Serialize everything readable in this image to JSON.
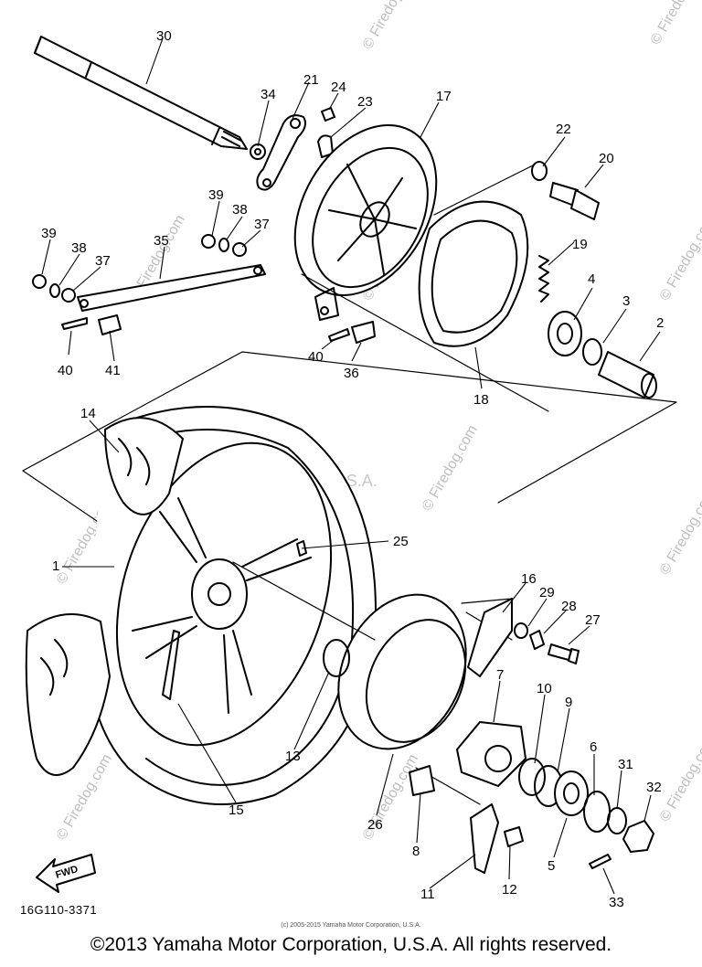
{
  "diagram": {
    "callouts": [
      "1",
      "2",
      "3",
      "4",
      "5",
      "6",
      "7",
      "8",
      "9",
      "10",
      "11",
      "12",
      "13",
      "14",
      "15",
      "16",
      "17",
      "18",
      "19",
      "20",
      "21",
      "22",
      "23",
      "24",
      "25",
      "26",
      "27",
      "28",
      "29",
      "30",
      "31",
      "32",
      "33",
      "34",
      "35",
      "36",
      "37",
      "38",
      "39",
      "40",
      "41"
    ],
    "fwd_label": "FWD",
    "part_code": "16G110-3371"
  },
  "watermarks": {
    "site": "© Firedog.com",
    "center": "Yamaha Motor Corp, U.S.A."
  },
  "footer": {
    "small_credit": "(c) 2005-2015 Yamaha Motor Corporation, U.S.A.",
    "copyright": "©2013 Yamaha Motor Corporation, U.S.A. All rights reserved."
  }
}
